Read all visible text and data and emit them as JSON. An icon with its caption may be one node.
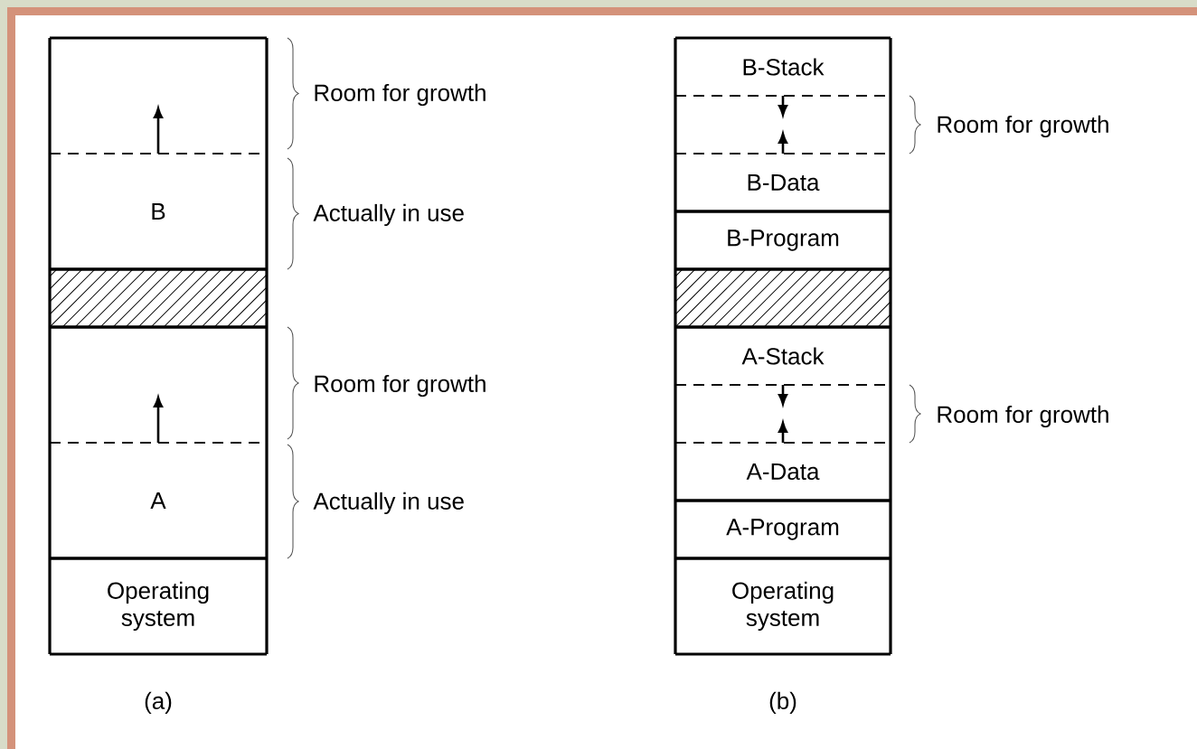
{
  "diagram": {
    "nodes": [
      {
        "text": [],
        "shape": "box"
      },
      {
        "text": [
          "B"
        ]
      },
      {
        "text": [],
        "shape": "hatched"
      },
      {
        "text": [],
        "shape": "box"
      },
      {
        "text": [
          "A"
        ]
      },
      {
        "text": [
          "Operating system"
        ]
      },
      {
        "text": [
          "B-Stack"
        ]
      },
      {
        "text": [],
        "shape": "box"
      },
      {
        "text": [
          "B-Data"
        ]
      },
      {
        "text": [
          "B-Program"
        ]
      },
      {
        "text": [],
        "shape": "hatched"
      },
      {
        "text": [
          "A-Stack"
        ]
      },
      {
        "text": [],
        "shape": "box"
      },
      {
        "text": [
          "A-Data"
        ]
      },
      {
        "text": [
          "A-Program"
        ]
      },
      {
        "text": [
          "Operating system"
        ]
      }
    ],
    "labels": [
      "Room for growth",
      "Actually in use",
      "Room for growth",
      "Actually in use",
      "Room for growth",
      "Room for growth",
      "(a)",
      "(b)"
    ]
  }
}
